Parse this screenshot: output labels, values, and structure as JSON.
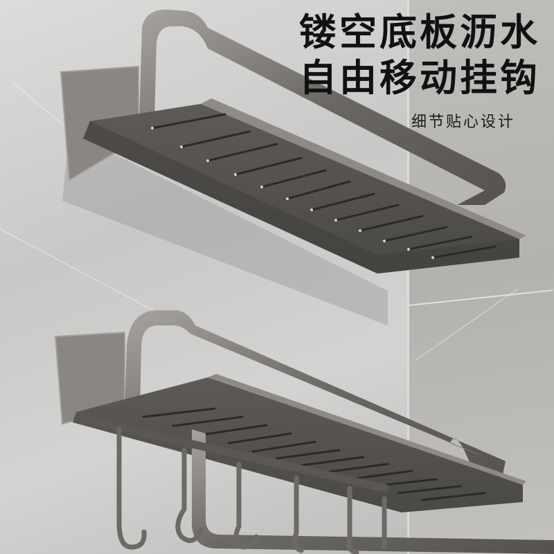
{
  "product_image": {
    "subject": "Wall-mounted bathroom shelves with drainage slots and movable hooks",
    "headline": {
      "line1": "镂空底板沥水",
      "line2": "自由移动挂钩",
      "subtitle": "细节贴心设计"
    },
    "colors": {
      "text": "#111111",
      "metal": "#6b6763",
      "metal_dark": "#4e4b48",
      "metal_highlight": "#a8a39e",
      "wall_light": "#d6d6d5",
      "wall_right": "#b8b7b4"
    },
    "shelves": [
      {
        "name": "upper-shelf",
        "drain_slots": 12,
        "hooks": 0
      },
      {
        "name": "lower-shelf",
        "drain_slots": 12,
        "hooks": 6
      }
    ]
  }
}
